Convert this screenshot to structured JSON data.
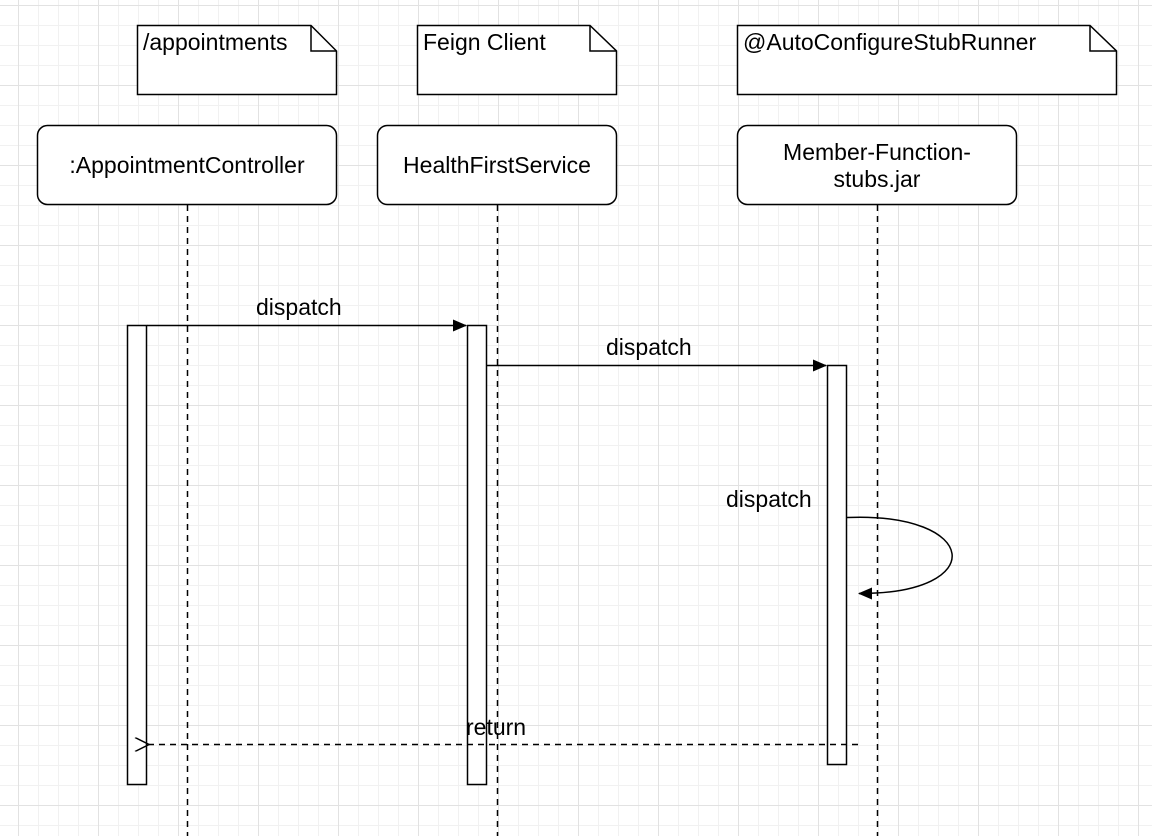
{
  "notes": [
    {
      "id": "appointments",
      "text": "/appointments"
    },
    {
      "id": "feign",
      "text": "Feign Client"
    },
    {
      "id": "stubrunner",
      "text": "@AutoConfigureStubRunner"
    }
  ],
  "participants": [
    {
      "id": "controller",
      "label": ":AppointmentController"
    },
    {
      "id": "service",
      "label": "HealthFirstService"
    },
    {
      "id": "stubs",
      "label": "Member-Function-\nstubs.jar"
    }
  ],
  "messages": [
    {
      "id": "dispatch-1",
      "label": "dispatch",
      "from": ":AppointmentController",
      "to": "HealthFirstService",
      "style": "solid"
    },
    {
      "id": "dispatch-2",
      "label": "dispatch",
      "from": "HealthFirstService",
      "to": "Member-Function-stubs.jar",
      "style": "solid"
    },
    {
      "id": "dispatch-self",
      "label": "dispatch",
      "from": "Member-Function-stubs.jar",
      "to": "Member-Function-stubs.jar",
      "style": "solid"
    },
    {
      "id": "return",
      "label": "return",
      "from": "Member-Function-stubs.jar",
      "to": ":AppointmentController",
      "style": "dashed"
    }
  ],
  "colors": {
    "stroke": "#000000",
    "background": "#ffffff",
    "grid": "#e2e2e2"
  }
}
